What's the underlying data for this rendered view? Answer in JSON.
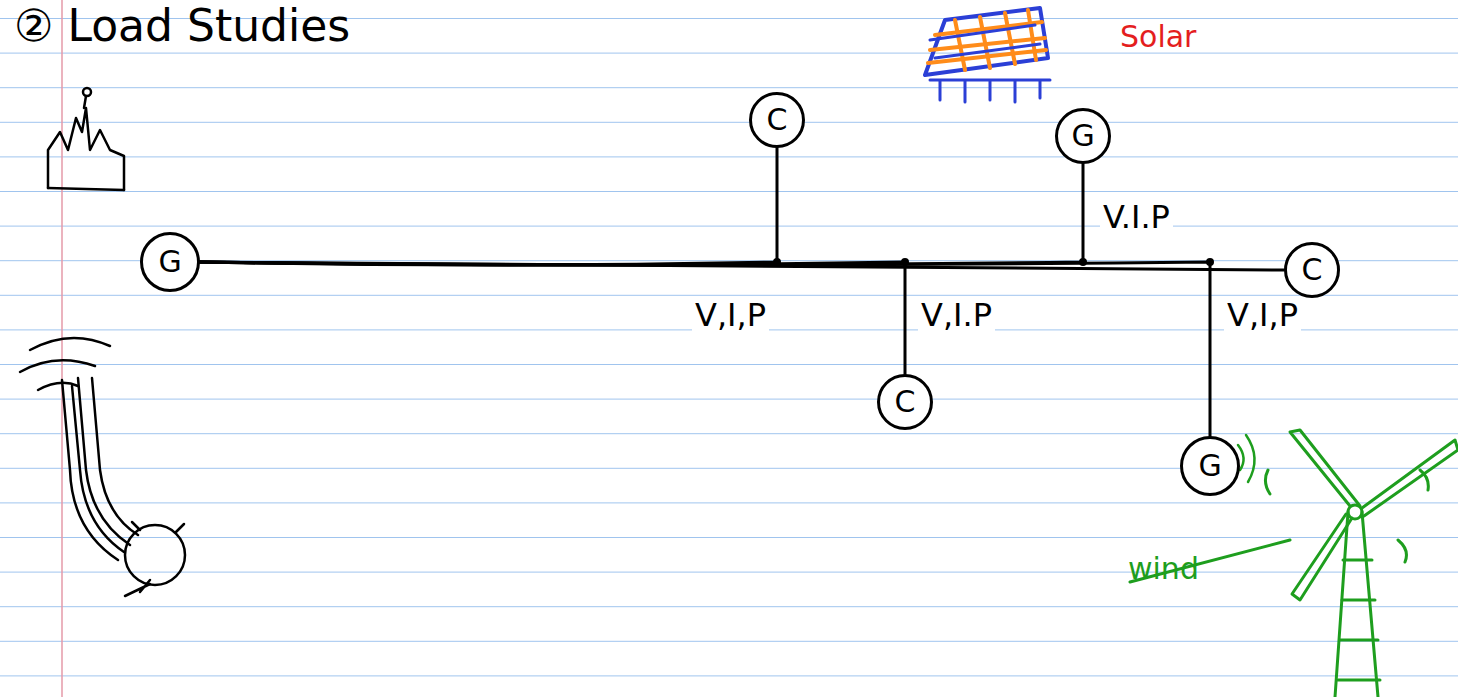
{
  "diagram": {
    "title": "② Load Studies",
    "nodes": [
      {
        "text": [
          "G"
        ]
      },
      {
        "text": [
          "C"
        ]
      },
      {
        "text": [
          "C"
        ]
      },
      {
        "text": [
          "G"
        ]
      },
      {
        "text": [
          "C"
        ]
      },
      {
        "text": [
          "G"
        ]
      }
    ],
    "edges": [
      {
        "from": 0,
        "to": 1,
        "arrow": "none",
        "label": "V,I,P"
      },
      {
        "from": 0,
        "to": 2,
        "arrow": "none",
        "label": "V,I.P"
      },
      {
        "from": 0,
        "to": 3,
        "arrow": "none",
        "label": "V.I.P"
      },
      {
        "from": 0,
        "to": 4,
        "arrow": "none"
      },
      {
        "from": 0,
        "to": 5,
        "arrow": "none",
        "label": "V,I,P"
      }
    ],
    "labels": [
      "Solar",
      "wind"
    ]
  }
}
